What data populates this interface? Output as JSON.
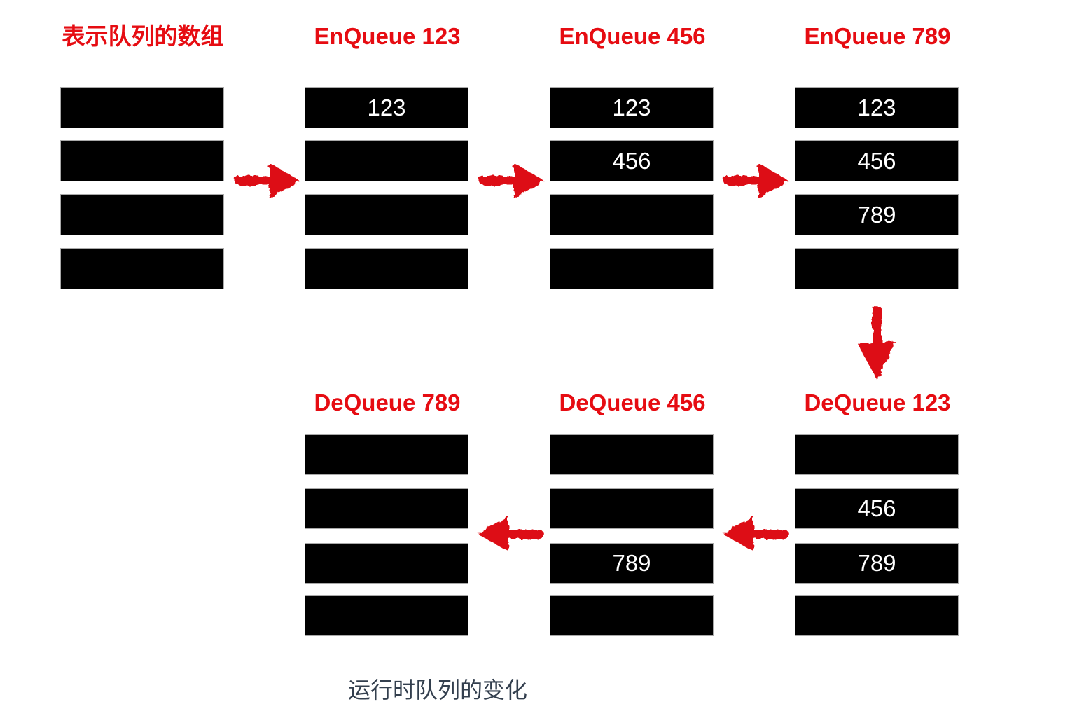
{
  "figure": {
    "caption": "运行时队列的变化"
  },
  "colors": {
    "title_red": "#e60c12",
    "arrow_red": "#dd0f13",
    "bar_fill": "#000000",
    "bar_border": "#a9a9a9",
    "bar_text": "#ffffff",
    "caption_text": "#333f4e",
    "background": "#ffffff"
  },
  "top_row": {
    "columns": [
      {
        "title": "表示队列的数组",
        "cells": [
          "",
          "",
          "",
          ""
        ]
      },
      {
        "title": "EnQueue 123",
        "cells": [
          "123",
          "",
          "",
          ""
        ]
      },
      {
        "title": "EnQueue 456",
        "cells": [
          "123",
          "456",
          "",
          ""
        ]
      },
      {
        "title": "EnQueue 789",
        "cells": [
          "123",
          "456",
          "789",
          ""
        ]
      }
    ]
  },
  "bottom_row": {
    "columns": [
      {
        "title": "DeQueue 789",
        "cells": [
          "",
          "",
          "",
          ""
        ]
      },
      {
        "title": "DeQueue 456",
        "cells": [
          "",
          "",
          "789",
          ""
        ]
      },
      {
        "title": "DeQueue 123",
        "cells": [
          "",
          "456",
          "789",
          ""
        ]
      }
    ]
  },
  "arrows": [
    {
      "name": "arrow-right-1",
      "direction": "right"
    },
    {
      "name": "arrow-right-2",
      "direction": "right"
    },
    {
      "name": "arrow-right-3",
      "direction": "right"
    },
    {
      "name": "arrow-down-1",
      "direction": "down"
    },
    {
      "name": "arrow-left-1",
      "direction": "left"
    },
    {
      "name": "arrow-left-2",
      "direction": "left"
    }
  ]
}
